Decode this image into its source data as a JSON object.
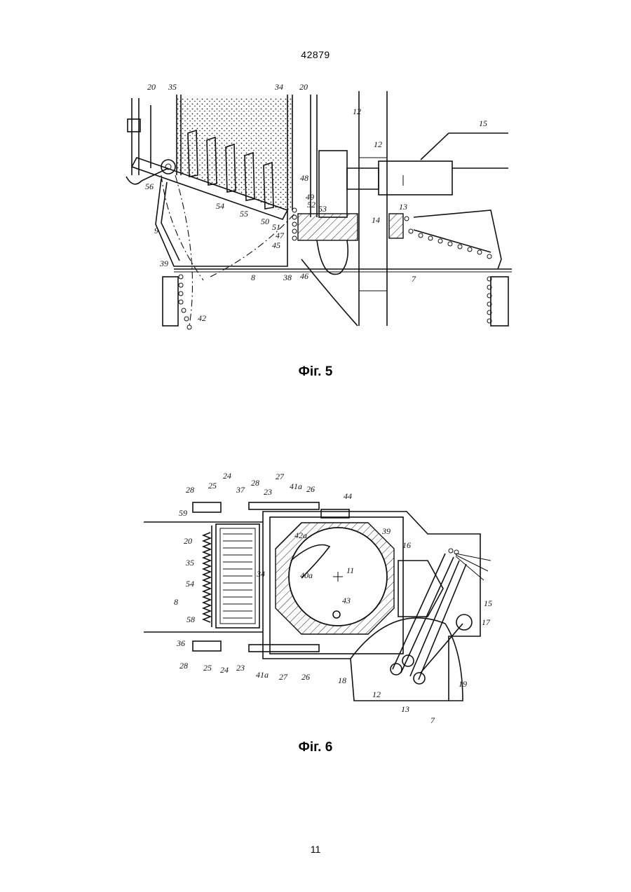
{
  "header": {
    "doc_number": "42879"
  },
  "figures": [
    {
      "caption": "Фіг. 5",
      "labels": [
        "20",
        "35",
        "34",
        "20",
        "12",
        "12",
        "15",
        "48",
        "49",
        "52",
        "53",
        "50",
        "51",
        "47",
        "45",
        "13",
        "14",
        "56",
        "54",
        "55",
        "9",
        "39",
        "8",
        "38",
        "46",
        "7",
        "42"
      ]
    },
    {
      "caption": "Фіг. 6",
      "labels": [
        "28",
        "25",
        "24",
        "37",
        "28",
        "23",
        "27",
        "41a",
        "26",
        "44",
        "59",
        "39",
        "42a",
        "16",
        "20",
        "11",
        "35",
        "40a",
        "34",
        "54",
        "15",
        "43",
        "8",
        "17",
        "58",
        "36",
        "28",
        "25",
        "24",
        "23",
        "41a",
        "27",
        "26",
        "18",
        "12",
        "13",
        "19",
        "7"
      ]
    }
  ],
  "footer": {
    "page_number": "11"
  }
}
